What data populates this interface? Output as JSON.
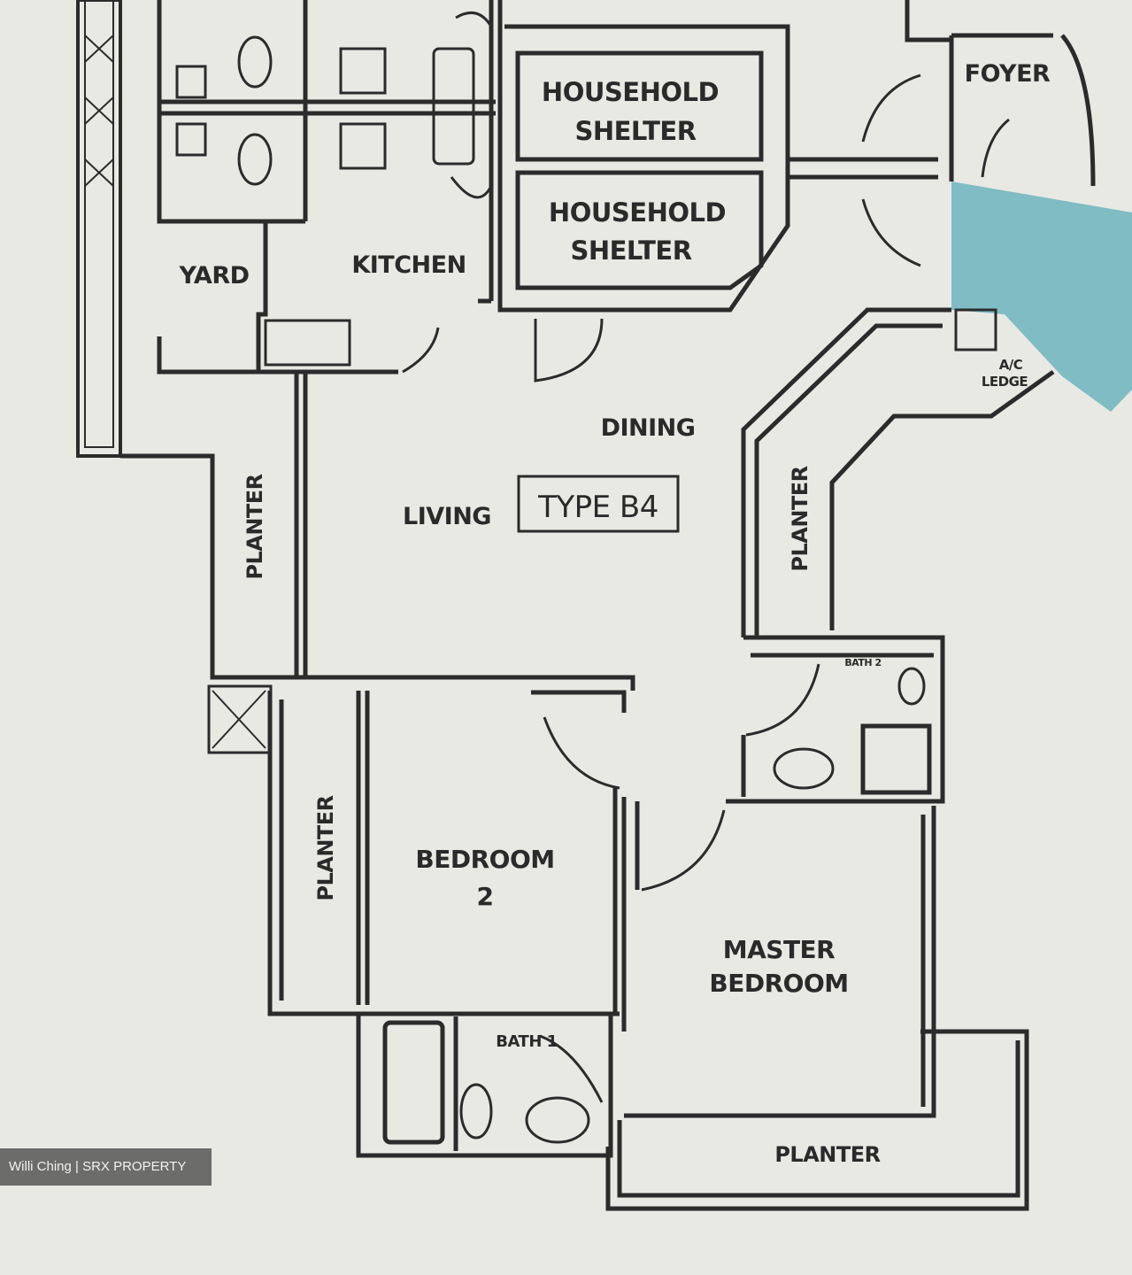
{
  "plan": {
    "type_label": "TYPE B4",
    "rooms": {
      "household_shelter_1": [
        "HOUSEHOLD",
        "SHELTER"
      ],
      "household_shelter_2": [
        "HOUSEHOLD",
        "SHELTER"
      ],
      "foyer": "FOYER",
      "yard": "YARD",
      "kitchen": "KITCHEN",
      "dining": "DINING",
      "living": "LIVING",
      "planter_left": "PLANTER",
      "planter_right": "PLANTER",
      "planter_bedroom": "PLANTER",
      "planter_bottom": "PLANTER",
      "bedroom_2": [
        "BEDROOM",
        "2"
      ],
      "master_bedroom": [
        "MASTER",
        "BEDROOM"
      ],
      "bath_1": "BATH 1",
      "bath_2": "BATH 2",
      "ac_ledge": [
        "A/C",
        "LEDGE"
      ]
    },
    "colors": {
      "wall": "#2b2b2b",
      "pool": "#7fbcc3",
      "paper": "#e9e9e4"
    }
  },
  "watermark": "Willi Ching | SRX PROPERTY"
}
